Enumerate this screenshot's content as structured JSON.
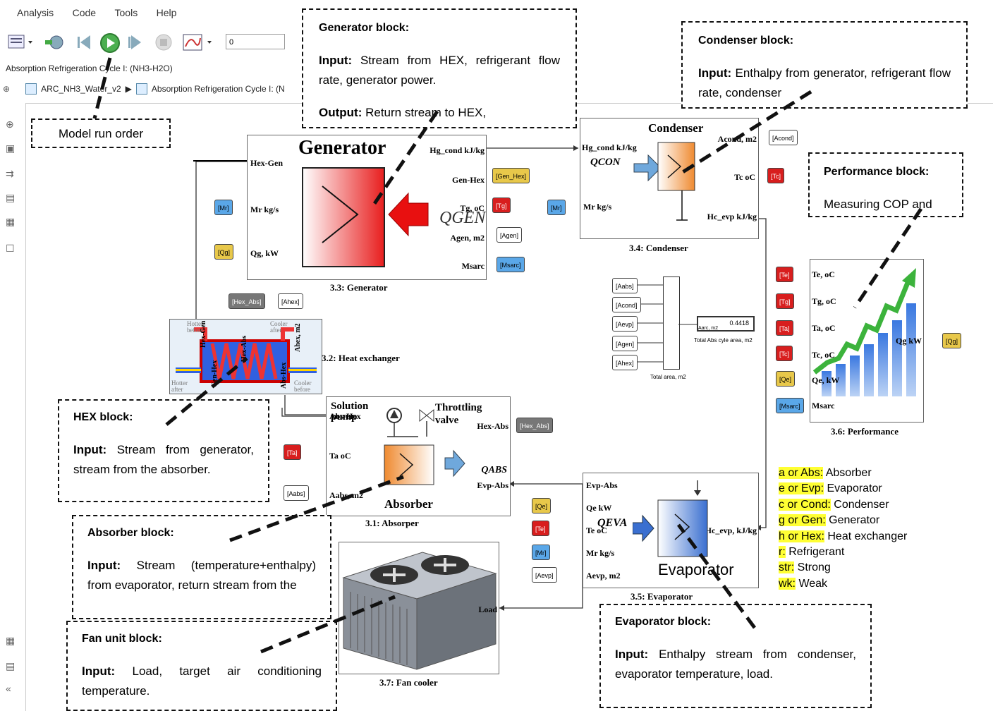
{
  "menu": [
    "Analysis",
    "Code",
    "Tools",
    "Help"
  ],
  "toolbar": {
    "stop_time": "0"
  },
  "window": {
    "title": "Absorption Refrigeration Cycle I: (NH3-H2O)"
  },
  "breadcrumb": {
    "item1": "ARC_NH3_Water_v2",
    "item2": "Absorption Refrigeration Cycle I: (N"
  },
  "blocks": {
    "generator": {
      "title": "Generator",
      "caption": "3.3: Generator",
      "ports": {
        "hex_gen": "Hex-Gen",
        "mr": "Mr kg/s",
        "qg": "Qg, kW",
        "hg_cond": "Hg_cond kJ/kg",
        "gen_hex": "Gen-Hex",
        "tg": "Tg, oC",
        "agen": "Agen, m2",
        "msarc": "Msarc"
      },
      "q_label": "QGEN"
    },
    "condenser": {
      "title": "Condenser",
      "caption": "3.4: Condenser",
      "ports": {
        "hg_cond": "Hg_cond kJ/kg",
        "mr": "Mr kg/s",
        "acond": "Acond, m2",
        "tc": "Tc oC",
        "hc_evp": "Hc_evp kJ/kg"
      },
      "q_label": "QCON"
    },
    "hex": {
      "caption": "3.2: Heat exchanger",
      "ports": {
        "hotter_before": "Hotter before",
        "cooler_after": "Cooler after",
        "hotter_after": "Hotter after",
        "cooler_before": "Cooler before",
        "hex_gen": "Hex-Gen",
        "gen_hex": "Gen-Hex",
        "hex_abs": "Hex-Abs",
        "abs_hex": "Abs-Hex",
        "ahex": "Ahex, m2"
      }
    },
    "absorber": {
      "title": "Absorber",
      "caption": "3.1: Absorper",
      "pump": "Solution pump",
      "valve": "Throttling valve",
      "ports": {
        "abs_hex": "Abs-Hex",
        "hex_abs": "Hex-Abs",
        "ta": "Ta oC",
        "aabs": "Aabs, m2",
        "evp_abs": "Evp-Abs"
      },
      "q_label": "QABS"
    },
    "evaporator": {
      "title": "Evaporator",
      "caption": "3.5: Evaporator",
      "ports": {
        "evp_abs": "Evp-Abs",
        "qe": "Qe kW",
        "te": "Te oC",
        "mr": "Mr kg/s",
        "aevp": "Aevp, m2",
        "hc_evp": "Hc_evp, kJ/kg"
      },
      "q_label": "QEVA"
    },
    "performance": {
      "caption": "3.6: Performance",
      "ports": {
        "te": "Te, oC",
        "tg": "Tg, oC",
        "ta": "Ta, oC",
        "tc": "Tc, oC",
        "qe": "Qe, kW",
        "msarc": "Msarc",
        "qg": "Qg kW"
      }
    },
    "fan": {
      "caption": "3.7: Fan cooler",
      "port": "Load"
    },
    "area": {
      "value": "0.4418",
      "label": "Total Abs cyle area, m2",
      "sum_label": "Total area, m2",
      "aarc": "Aarc, m2"
    }
  },
  "tags": {
    "mr": "[Mr]",
    "qg": "[Qg]",
    "gen_hex": "[Gen_Hex]",
    "tg": "[Tg]",
    "agen": "[Agen]",
    "msarc": "[Msarc]",
    "acond": "[Acond]",
    "tc": "[Tc]",
    "hex_abs": "[Hex_Abs]",
    "ahex": "[Ahex]",
    "ta": "[Ta]",
    "aabs": "[Aabs]",
    "qe": "[Qe]",
    "te": "[Te]",
    "aevp": "[Aevp]",
    "area_inputs": [
      "[Aabs]",
      "[Acond]",
      "[Aevp]",
      "[Agen]",
      "[Ahex]"
    ]
  },
  "callouts": {
    "run_order": "Model run order",
    "generator": {
      "title": "Generator block:",
      "input_label": "Input:",
      "input": "Stream from HEX, refrigerant flow rate, generator power.",
      "output_label": "Output:",
      "output": "Return stream to HEX,"
    },
    "condenser": {
      "title": "Condenser block:",
      "input_label": "Input:",
      "input": "Enthalpy from generator, refrigerant flow rate, condenser"
    },
    "performance": {
      "title": "Performance block:",
      "text": "Measuring COP and"
    },
    "hex": {
      "title": "HEX block:",
      "input_label": "Input:",
      "input": "Stream from generator, stream from the absorber."
    },
    "absorber": {
      "title": "Absorber block:",
      "input_label": "Input:",
      "input": "Stream (temperature+enthalpy) from evaporator, return stream from the"
    },
    "fan": {
      "title": "Fan unit block:",
      "input_label": "Input:",
      "input": "Load, target air conditioning temperature."
    },
    "evaporator": {
      "title": "Evaporator block:",
      "input_label": "Input:",
      "input": "Enthalpy stream from condenser, evaporator temperature, load."
    }
  },
  "legend": [
    {
      "key": "a or Abs:",
      "value": " Absorber"
    },
    {
      "key": "e or Evp:",
      "value": " Evaporator"
    },
    {
      "key": "c or Cond:",
      "value": " Condenser"
    },
    {
      "key": "g or Gen:",
      "value": " Generator"
    },
    {
      "key": "h or Hex:",
      "value": " Heat exchanger"
    },
    {
      "key": "r:",
      "value": " Refrigerant"
    },
    {
      "key": "str:",
      "value": " Strong"
    },
    {
      "key": "wk:",
      "value": " Weak"
    }
  ],
  "colors": {
    "red": "#d81e1e",
    "yellow": "#e8c84a",
    "blue": "#5aa7e8",
    "highlight": "#ffff33"
  }
}
